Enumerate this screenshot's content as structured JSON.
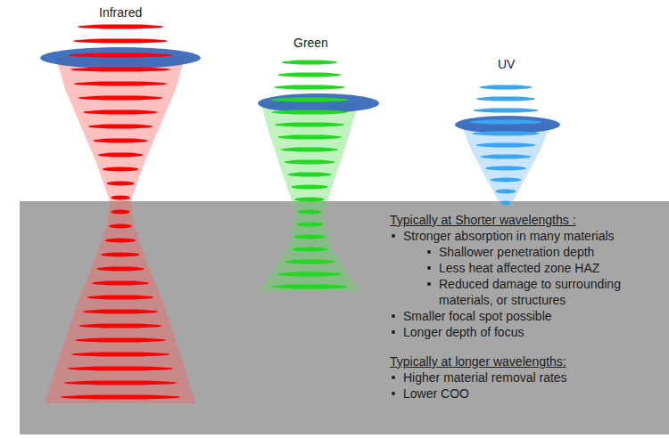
{
  "diagram": {
    "nodes": [
      {
        "text": [
          "Typically at Shorter wavelengths :",
          "Stronger absorption in many materials",
          "Shallower penetration depth",
          "Less heat affected zone HAZ",
          "Reduced damage to surrounding materials, or structures",
          "Smaller focal spot possible",
          "Longer depth of focus",
          "Typically at longer wavelengths:",
          "Higher material removal rates",
          "Lower COO"
        ]
      }
    ],
    "labels": [
      "Infrared",
      "Green",
      "UV"
    ]
  }
}
